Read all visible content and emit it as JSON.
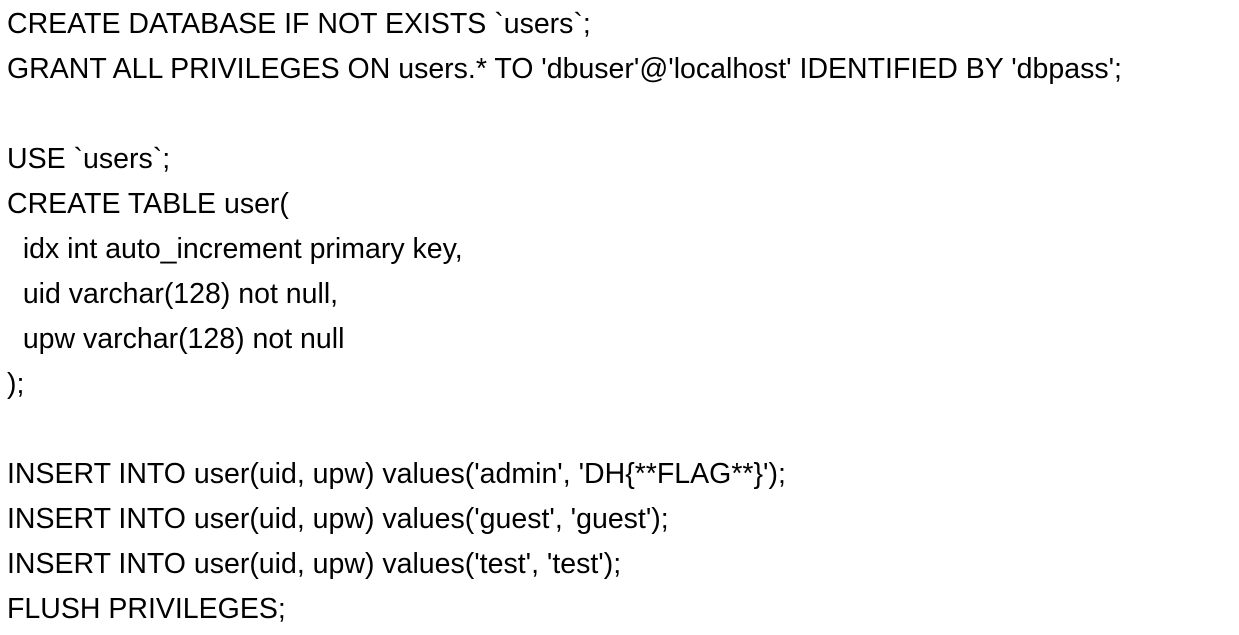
{
  "document": {
    "lines": [
      "CREATE DATABASE IF NOT EXISTS `users`;",
      "GRANT ALL PRIVILEGES ON users.* TO 'dbuser'@'localhost' IDENTIFIED BY 'dbpass';",
      "",
      "USE `users`;",
      "CREATE TABLE user(",
      "  idx int auto_increment primary key,",
      "  uid varchar(128) not null,",
      "  upw varchar(128) not null",
      ");",
      "",
      "INSERT INTO user(uid, upw) values('admin', 'DH{**FLAG**}');",
      "INSERT INTO user(uid, upw) values('guest', 'guest');",
      "INSERT INTO user(uid, upw) values('test', 'test');",
      "FLUSH PRIVILEGES;"
    ]
  }
}
